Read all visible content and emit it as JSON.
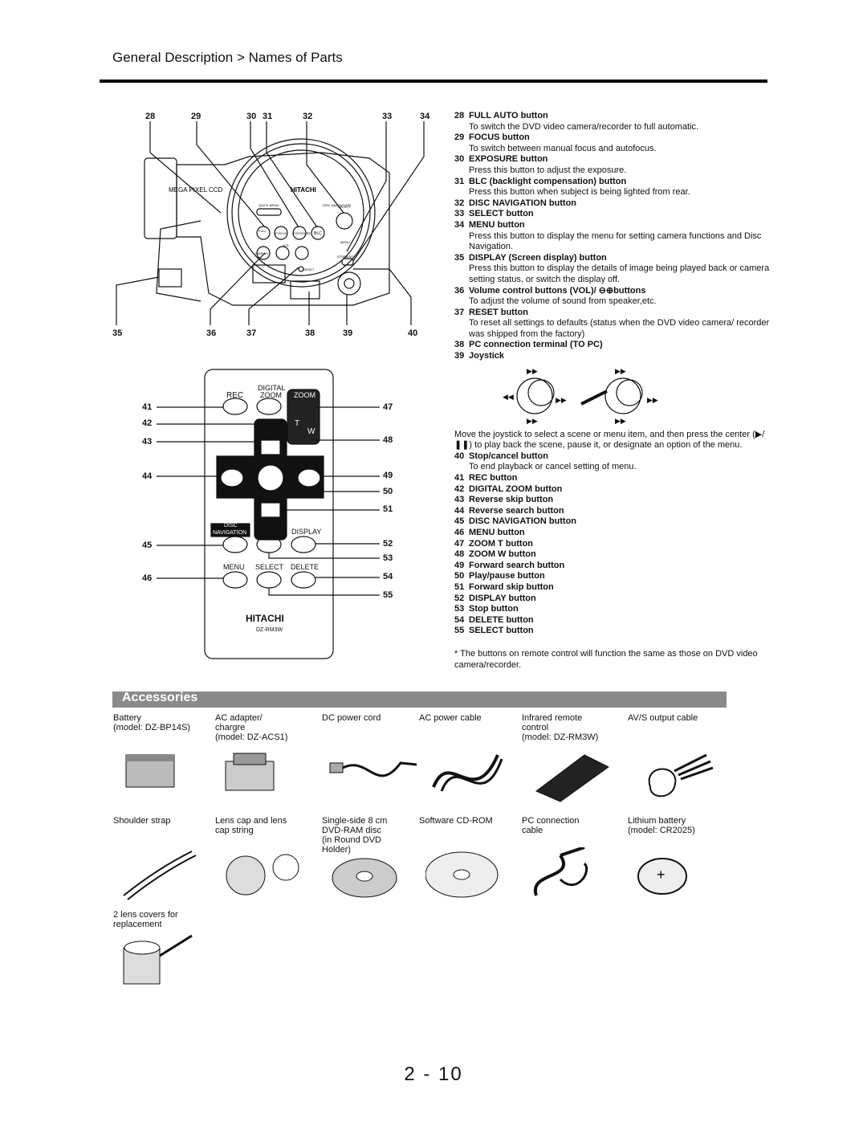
{
  "header": {
    "title": "General Description > Names of Parts"
  },
  "camera": {
    "top_numbers": [
      "28",
      "29",
      "30",
      "31",
      "32",
      "33",
      "34"
    ],
    "bottom_numbers": [
      "35",
      "36",
      "37",
      "38",
      "39",
      "40"
    ],
    "labels": {
      "mega_pixel": "MEGA PIXEL CCD",
      "brand": "HITACHI",
      "quick_menu": "QUICK MENU",
      "disc_nav": "DISC NAVIGATION",
      "full_auto": "FULL AUTO",
      "focus": "FOCUS",
      "exposure": "EXPOSURE",
      "blc": "BLC",
      "select": "SELECT",
      "menu": "MENU",
      "display": "DISPLAY",
      "vol": "VOL",
      "stop": "STOP/EXIT",
      "reset": "RESET"
    }
  },
  "remote": {
    "left_numbers": [
      "41",
      "42",
      "43",
      "44",
      "45",
      "46"
    ],
    "right_numbers": [
      "47",
      "48",
      "49",
      "50",
      "51",
      "52",
      "53",
      "54",
      "55"
    ],
    "labels": {
      "rec": "REC",
      "digital": "DIGITAL",
      "zoom": "ZOOM",
      "zoom_tab": "ZOOM",
      "t": "T",
      "w": "W",
      "disc": "DISC",
      "navigation": "NAVIGATION",
      "display": "DISPLAY",
      "menu": "MENU",
      "select": "SELECT",
      "delete": "DELETE",
      "brand": "HITACHI",
      "model": "DZ-RM3W"
    }
  },
  "parts": [
    {
      "n": "28",
      "label": "FULL AUTO button",
      "desc": "To switch the DVD video camera/recorder to full automatic."
    },
    {
      "n": "29",
      "label": "FOCUS button",
      "desc": "To switch between manual focus and autofocus."
    },
    {
      "n": "30",
      "label": "EXPOSURE button",
      "desc": "Press this button to adjust the exposure."
    },
    {
      "n": "31",
      "label": "BLC (backlight compensation) button",
      "desc": "Press this button when subject is being lighted from rear."
    },
    {
      "n": "32",
      "label": "DISC NAVIGATION button",
      "desc": ""
    },
    {
      "n": "33",
      "label": "SELECT button",
      "desc": ""
    },
    {
      "n": "34",
      "label": "MENU button",
      "desc": "Press this button to display the menu for setting camera functions and Disc Navigation."
    },
    {
      "n": "35",
      "label": "DISPLAY (Screen display) button",
      "desc": "Press this button to display the details of image being played back or camera setting status, or switch the display off."
    },
    {
      "n": "36",
      "label": "Volume control buttons (VOL)/ ⊖⊕buttons",
      "desc": "To adjust the volume of sound from speaker,etc."
    },
    {
      "n": "37",
      "label": "RESET button",
      "desc": "To reset all settings to defaults (status when the DVD video camera/ recorder was shipped from the factory)"
    },
    {
      "n": "38",
      "label": "PC connection terminal (TO PC)",
      "desc": ""
    },
    {
      "n": "39",
      "label": "Joystick",
      "desc": ""
    }
  ],
  "joystick_desc": "Move the joystick to select a scene or menu item, and then press the center (▶/❚❚) to play back the scene, pause it, or designate an option of the menu.",
  "parts2": [
    {
      "n": "40",
      "label": "Stop/cancel button",
      "desc": "To end playback or cancel setting of menu."
    },
    {
      "n": "41",
      "label": "REC button",
      "desc": ""
    },
    {
      "n": "42",
      "label": "DIGITAL ZOOM button",
      "desc": ""
    },
    {
      "n": "43",
      "label": "Reverse skip button",
      "desc": ""
    },
    {
      "n": "44",
      "label": "Reverse search button",
      "desc": ""
    },
    {
      "n": "45",
      "label": "DISC NAVIGATION button",
      "desc": ""
    },
    {
      "n": "46",
      "label": "MENU button",
      "desc": ""
    },
    {
      "n": "47",
      "label": "ZOOM T button",
      "desc": ""
    },
    {
      "n": "48",
      "label": "ZOOM W button",
      "desc": ""
    },
    {
      "n": "49",
      "label": "Forward search button",
      "desc": ""
    },
    {
      "n": "50",
      "label": "Play/pause button",
      "desc": ""
    },
    {
      "n": "51",
      "label": "Forward skip button",
      "desc": ""
    },
    {
      "n": "52",
      "label": "DISPLAY button",
      "desc": ""
    },
    {
      "n": "53",
      "label": "Stop button",
      "desc": ""
    },
    {
      "n": "54",
      "label": "DELETE button",
      "desc": ""
    },
    {
      "n": "55",
      "label": "SELECT button",
      "desc": ""
    }
  ],
  "note": "* The buttons on remote control will function the same as those on DVD video camera/recorder.",
  "accessories": {
    "title": "Accessories",
    "items": [
      {
        "name": "Battery\n(model: DZ-BP14S)",
        "icon": "battery-icon"
      },
      {
        "name": "AC adapter/\nchargre\n(model: DZ-ACS1)",
        "icon": "ac-adapter-icon"
      },
      {
        "name": "DC power cord",
        "icon": "dc-cord-icon"
      },
      {
        "name": "AC power cable",
        "icon": "ac-cable-icon"
      },
      {
        "name": "Infrared remote\ncontrol\n(model: DZ-RM3W)",
        "icon": "remote-icon"
      },
      {
        "name": "AV/S output cable",
        "icon": "av-cable-icon"
      },
      {
        "name": "Shoulder strap",
        "icon": "strap-icon"
      },
      {
        "name": "Lens cap and lens\ncap string",
        "icon": "lens-cap-icon"
      },
      {
        "name": "Single-side 8 cm\nDVD-RAM disc\n(in Round DVD\nHolder)",
        "icon": "dvd-icon"
      },
      {
        "name": "Software CD-ROM",
        "icon": "cdrom-icon"
      },
      {
        "name": "PC connection\ncable",
        "icon": "pc-cable-icon"
      },
      {
        "name": "Lithium battery\n(model: CR2025)",
        "icon": "coin-battery-icon"
      },
      {
        "name": "2 lens covers for\nreplacement",
        "icon": "lens-cover-icon"
      }
    ]
  },
  "page_number": "2 - 10"
}
